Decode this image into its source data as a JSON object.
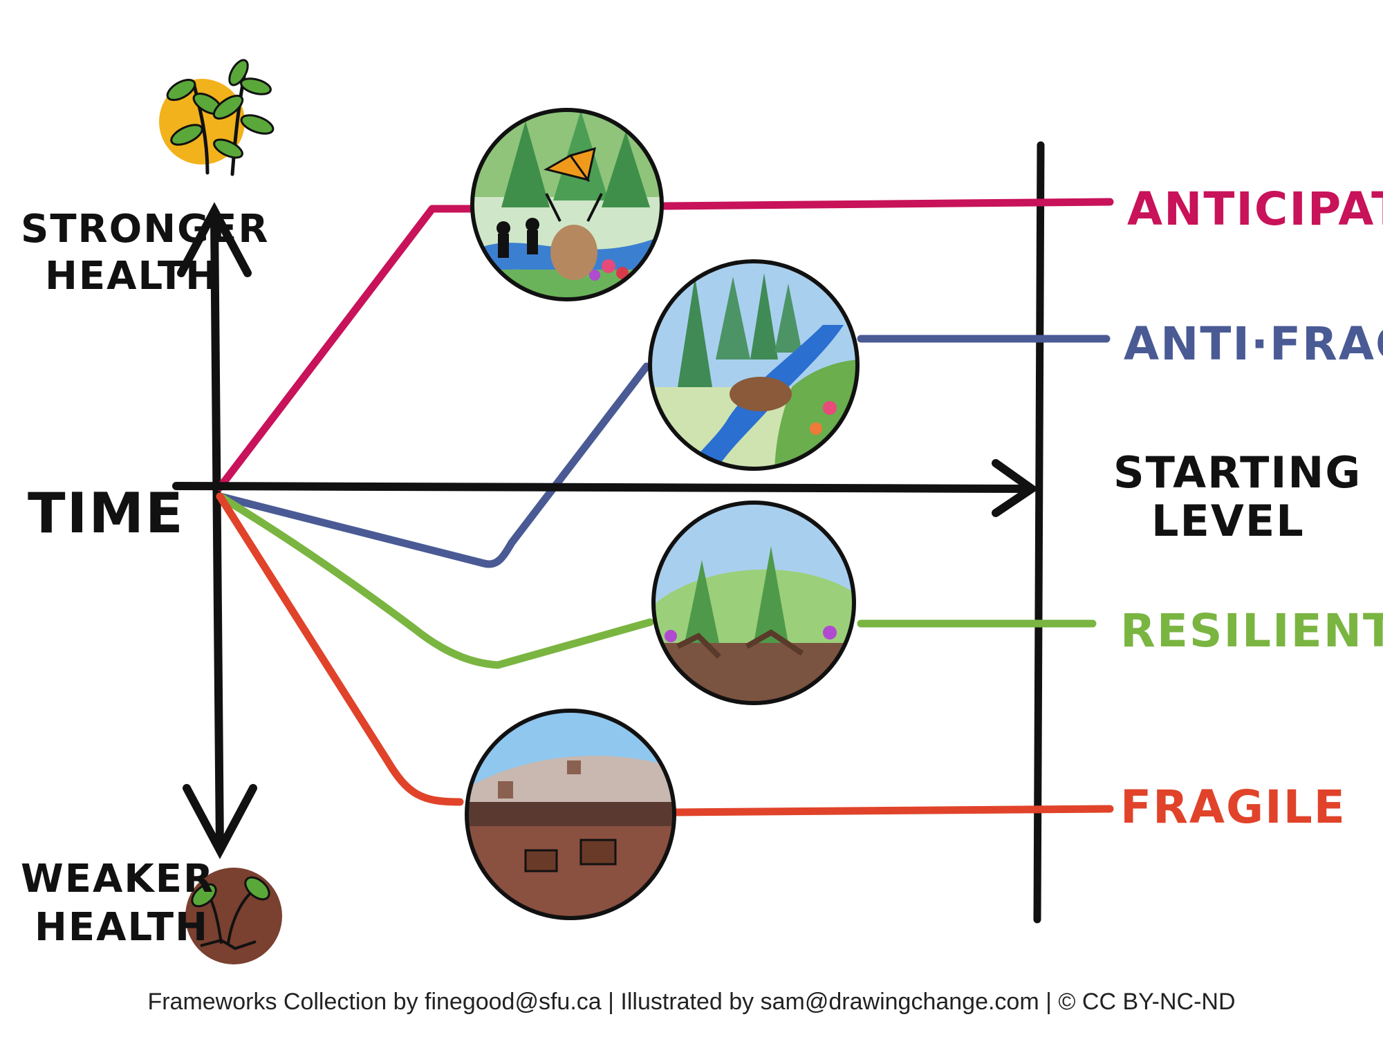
{
  "axis": {
    "top_label_line1": "STRONGER",
    "top_label_line2": "HEALTH",
    "bottom_label_line1": "WEAKER",
    "bottom_label_line2": "HEALTH",
    "time_label": "TIME",
    "starting_label_line1": "STARTING",
    "starting_label_line2": "LEVEL"
  },
  "series": [
    {
      "key": "anticipatory",
      "label": "ANTICIPATORY",
      "color": "#c8125a"
    },
    {
      "key": "antifragile",
      "label": "ANTI·FRAGILE",
      "color": "#4a5a94"
    },
    {
      "key": "resilient",
      "label": "RESILIENT",
      "color": "#7ab541"
    },
    {
      "key": "fragile",
      "label": "FRAGILE",
      "color": "#e0432a"
    }
  ],
  "icons": {
    "top": "sprouting-plant-sun-icon",
    "bottom": "wilted-seedling-icon"
  },
  "scenes": {
    "anticipatory": "healthy-forest-with-monarch-deer-and-people",
    "antifragile": "thriving-forest-with-river-and-elk",
    "resilient": "recovering-forest-with-uprooted-trees",
    "fragile": "clear-cut-land-with-stumps"
  },
  "footer": "Frameworks Collection by finegood@sfu.ca | Illustrated by sam@drawingchange.com | © CC BY-NC-ND"
}
